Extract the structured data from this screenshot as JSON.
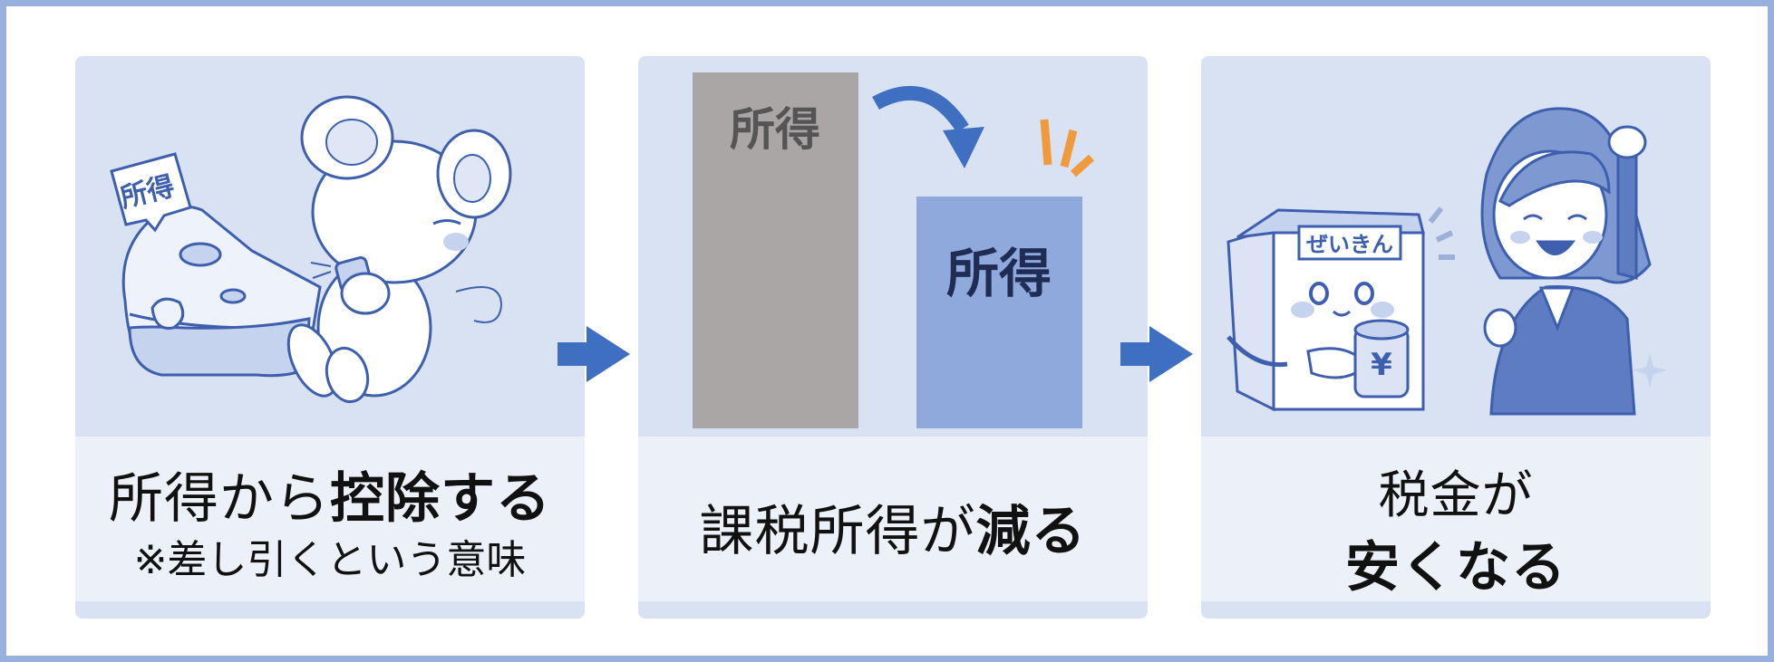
{
  "panels": [
    {
      "illustration_label": "所得",
      "caption_main_normal": "所得から",
      "caption_main_bold": "控除する",
      "caption_note": "※差し引くという意味"
    },
    {
      "bar_before_label": "所得",
      "bar_after_label": "所得",
      "caption_normal": "課税所得が",
      "caption_bold": "減る"
    },
    {
      "box_label": "ぜいきん",
      "coin_symbol": "¥",
      "caption_line1": "税金が",
      "caption_line2": "安くなる"
    }
  ],
  "colors": {
    "frame": "#97b0dd",
    "panel": "#d8e2f3",
    "caption_bg": "#ecf0f9",
    "arrow": "#3f6fc0",
    "bar_gray": "#aaa6a6",
    "bar_blue": "#8fa9dd",
    "line": "#3d5fae"
  },
  "icons": [
    "mouse-illustration",
    "cheese-illustration",
    "tax-box-mascot-illustration",
    "businesswoman-illustration",
    "right-arrow-icon",
    "curved-arrow-icon"
  ]
}
